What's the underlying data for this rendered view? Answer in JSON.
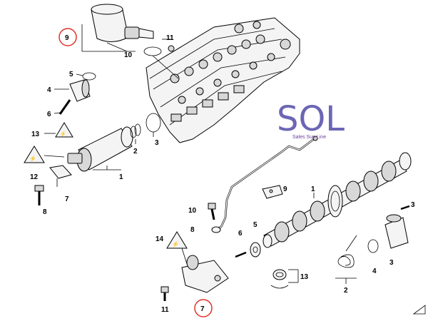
{
  "logo": {
    "text": "SOL",
    "tagline": "Sales Sun Line",
    "colors": {
      "primary": "#6b66b4",
      "light": "#b7b3da",
      "accent": "#6a3f9a"
    }
  },
  "callouts": {
    "c9_top": "9",
    "c10_top": "10",
    "c11_top": "11",
    "c5_left": "5",
    "c4_left": "4",
    "c6_left": "6",
    "c13_left": "13",
    "c12_left": "12",
    "c8_left": "8",
    "c7_left": "7",
    "c1_left": "1",
    "c2_left": "2",
    "c3_left": "3",
    "c9_mid": "9",
    "c1_right": "1",
    "c3_right": "3",
    "c10_mid": "10",
    "c8_mid": "8",
    "c6_mid": "6",
    "c5_mid": "5",
    "c14_mid": "14",
    "c4_right": "4",
    "c13_right": "13",
    "c2_right": "2",
    "c11_bottom": "11",
    "c7_bottom": "7"
  },
  "highlight_color": "#e0342b"
}
